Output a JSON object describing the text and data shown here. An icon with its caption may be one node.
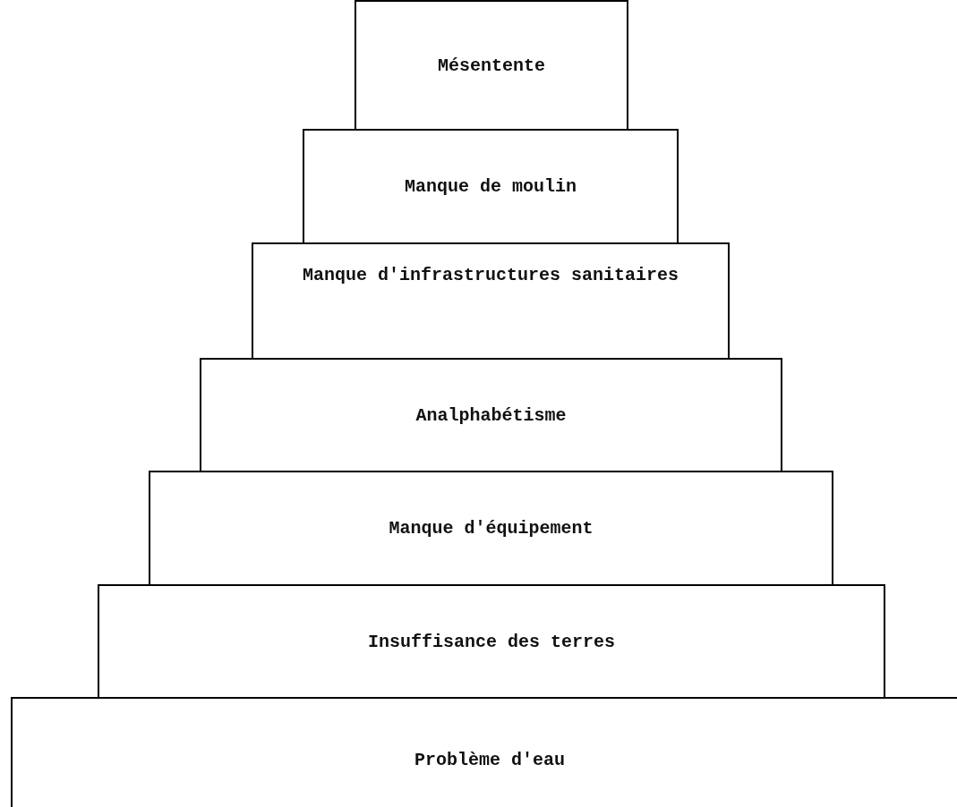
{
  "diagram": {
    "nodes": [
      {
        "text": [
          "Mésentente"
        ]
      },
      {
        "text": [
          "Manque de moulin"
        ]
      },
      {
        "text": [
          "Manque d'infrastructures sanitaires"
        ]
      },
      {
        "text": [
          "Analphabétisme"
        ]
      },
      {
        "text": [
          "Manque d'équipement"
        ]
      },
      {
        "text": [
          "Insuffisance des terres"
        ]
      },
      {
        "text": [
          "Problème d'eau"
        ]
      }
    ]
  }
}
